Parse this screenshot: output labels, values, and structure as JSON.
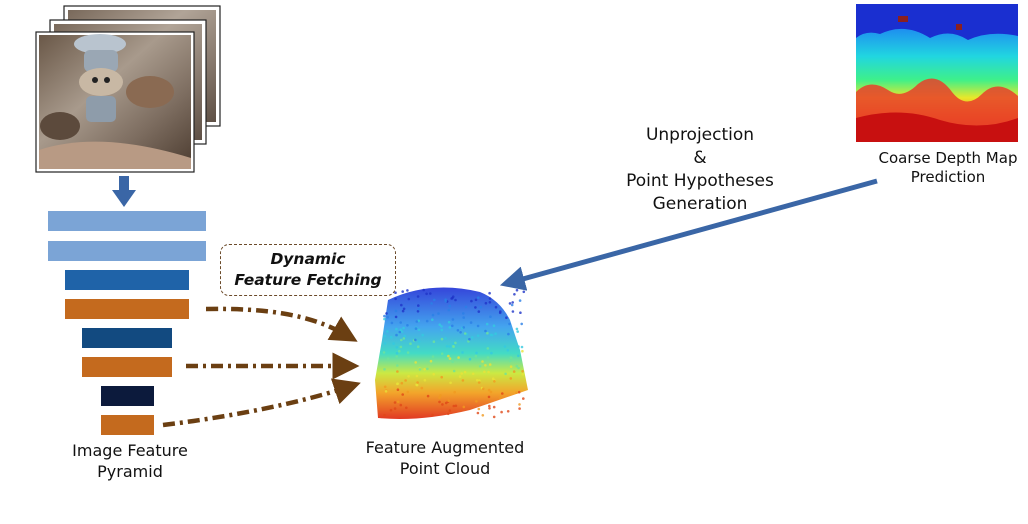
{
  "labels": {
    "pyramid": [
      "Image Feature",
      "Pyramid"
    ],
    "cloud": [
      "Feature Augmented",
      "Point Cloud"
    ],
    "depth": [
      "Coarse Depth Map",
      "Prediction"
    ],
    "unprojection": [
      "Unprojection",
      "&",
      "Point Hypotheses",
      "Generation"
    ],
    "fetching": [
      "Dynamic",
      "Feature Fetching"
    ]
  },
  "colors": {
    "pyramid_light_blue": "#7ba4d6",
    "pyramid_mid_blue": "#1f63a8",
    "pyramid_dark_blue": "#124a80",
    "pyramid_navy": "#0c1a3c",
    "pyramid_orange": "#c46a1e",
    "fetch_arrow": "#6b3f12",
    "main_arrow": "#3a66a6"
  },
  "icons": {
    "input_images": "stacked-photo-icon",
    "depth_map": "depth-map-heatmap-icon",
    "point_cloud": "point-cloud-icon"
  }
}
